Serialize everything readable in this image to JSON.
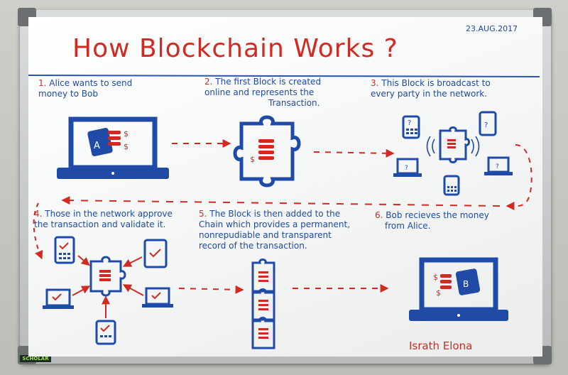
{
  "title": "How Blockchain Works ?",
  "date": "23.AUG.2017",
  "author": "Israth Elona",
  "brand": "SCHOLAR",
  "colors": {
    "red_marker": "#d12a22",
    "blue_marker": "#1f4aa6",
    "board": "#f7f8f8"
  },
  "steps": [
    {
      "num": "1.",
      "lines": [
        "Alice wants to send",
        "money to Bob"
      ]
    },
    {
      "num": "2.",
      "lines": [
        "The first Block is created",
        "online and represents the",
        "Transaction."
      ]
    },
    {
      "num": "3.",
      "lines": [
        "This Block is broadcast to",
        "every party in the network."
      ]
    },
    {
      "num": "4.",
      "lines": [
        "Those in the network approve",
        "the transaction and validate it."
      ]
    },
    {
      "num": "5.",
      "lines": [
        "The Block is then added to the",
        "Chain which provides a permanent,",
        "nonrepudiable and transparent",
        "record of the transaction."
      ]
    },
    {
      "num": "6.",
      "lines": [
        "Bob recieves the money",
        "from Alice."
      ]
    }
  ],
  "icons": {
    "laptop": "laptop-icon",
    "phone": "phone-icon",
    "tablet": "tablet-icon",
    "puzzle_block": "puzzle-block-icon",
    "wallet": "wallet-icon",
    "check": "check-icon",
    "question": "question-icon"
  },
  "glyphs": {
    "question": "?",
    "dollar": "$",
    "wallet_left": "A",
    "wallet_right": "B"
  }
}
